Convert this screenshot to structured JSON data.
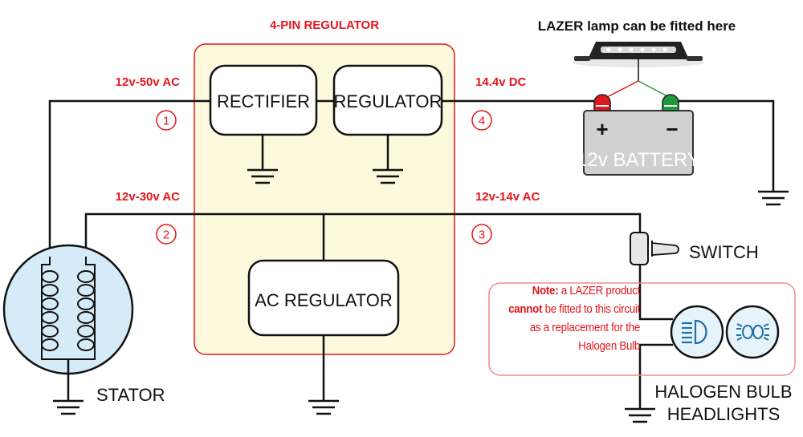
{
  "diagram": {
    "regulator_group_title": "4-PIN REGULATOR",
    "blocks": {
      "rectifier": "RECTIFIER",
      "regulator": "REGULATOR",
      "ac_regulator": "AC REGULATOR"
    },
    "voltage_labels": {
      "line1": "12v-50v AC",
      "line2": "12v-30v AC",
      "line3": "12v-14v AC",
      "line4": "14.4v DC"
    },
    "pin_numbers": [
      "1",
      "2",
      "3",
      "4"
    ],
    "lamp_caption": "LAZER lamp can be fitted here",
    "battery": {
      "label": "12v BATTERY",
      "positive_symbol": "+",
      "negative_symbol": "−"
    },
    "switch_label": "SWITCH",
    "stator_label": "STATOR",
    "headlights_label_line1": "HALOGEN BULB",
    "headlights_label_line2": "HEADLIGHTS",
    "note": {
      "prefix_bold": "Note:",
      "text1": " a LAZER product",
      "bold_word": "cannot",
      "text2": " be fitted to this circuit as a replacement for the Halogen Bulb"
    },
    "icons": [
      "low-beam-headlight-icon",
      "halogen-bulb-icon",
      "ground-icon",
      "lazer-lamp-bar"
    ],
    "colors": {
      "accent_red": "#e3161c",
      "regulator_fill": "#fdf9dc",
      "stator_fill": "#d6ebf8",
      "battery_fill": "#d0d0d0",
      "terminal_red": "#e3161c",
      "terminal_green": "#1e9a3c",
      "headlight_icon": "#1f6fa8"
    }
  }
}
